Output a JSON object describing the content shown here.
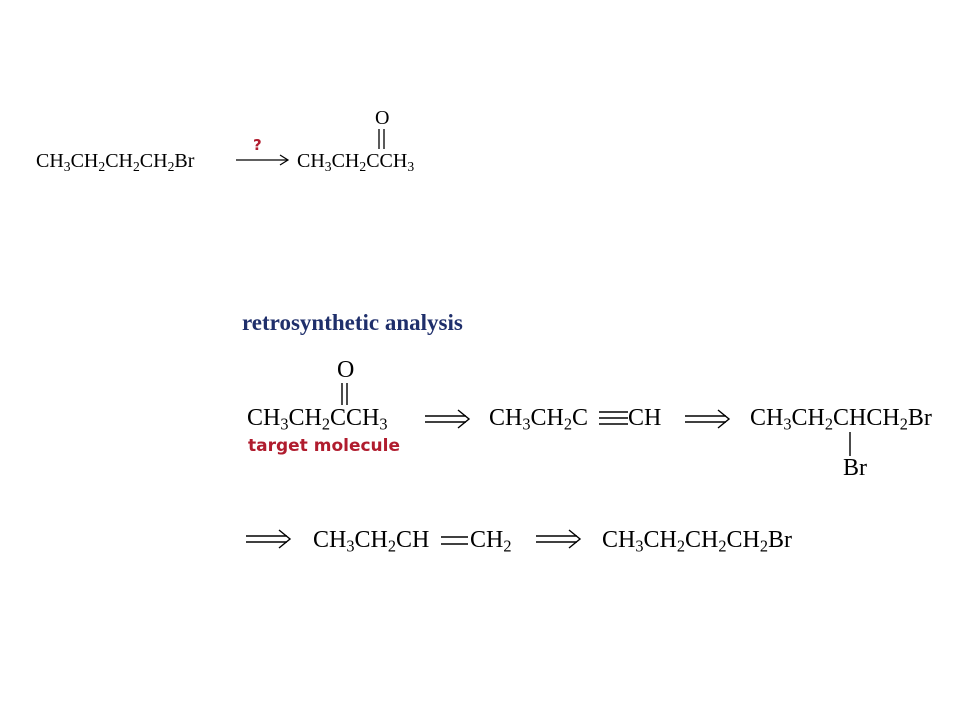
{
  "colors": {
    "heading": "#1f2f6b",
    "accent_red": "#b01c2e",
    "text": "#000000"
  },
  "reaction": {
    "starting_material": {
      "p1": "CH",
      "s1": "3",
      "p2": "CH",
      "s2": "2",
      "p3": "CH",
      "s3": "2",
      "p4": "CH",
      "s4": "2",
      "p5": "Br"
    },
    "question_mark": "?",
    "product": {
      "oxygen": "O",
      "p1": "CH",
      "s1": "3",
      "p2": "CH",
      "s2": "2",
      "p3": "CCH",
      "s3": "3"
    }
  },
  "retro": {
    "heading": "retrosynthetic analysis",
    "target": {
      "oxygen": "O",
      "p1": "CH",
      "s1": "3",
      "p2": "CH",
      "s2": "2",
      "p3": "CCH",
      "s3": "3"
    },
    "target_label": "target molecule",
    "alkyne": {
      "p1": "CH",
      "s1": "3",
      "p2": "CH",
      "s2": "2",
      "p3": "C",
      "p4": "CH"
    },
    "dibromide": {
      "p1": "CH",
      "s1": "3",
      "p2": "CH",
      "s2": "2",
      "p3": "CHCH",
      "s3": "2",
      "p4": "Br",
      "branch": "Br"
    },
    "alkene": {
      "p1": "CH",
      "s1": "3",
      "p2": "CH",
      "s2": "2",
      "p3": "CH",
      "p4": "CH",
      "s4": "2"
    },
    "bromide": {
      "p1": "CH",
      "s1": "3",
      "p2": "CH",
      "s2": "2",
      "p3": "CH",
      "s3": "2",
      "p4": "CH",
      "s4": "2",
      "p5": "Br"
    }
  }
}
